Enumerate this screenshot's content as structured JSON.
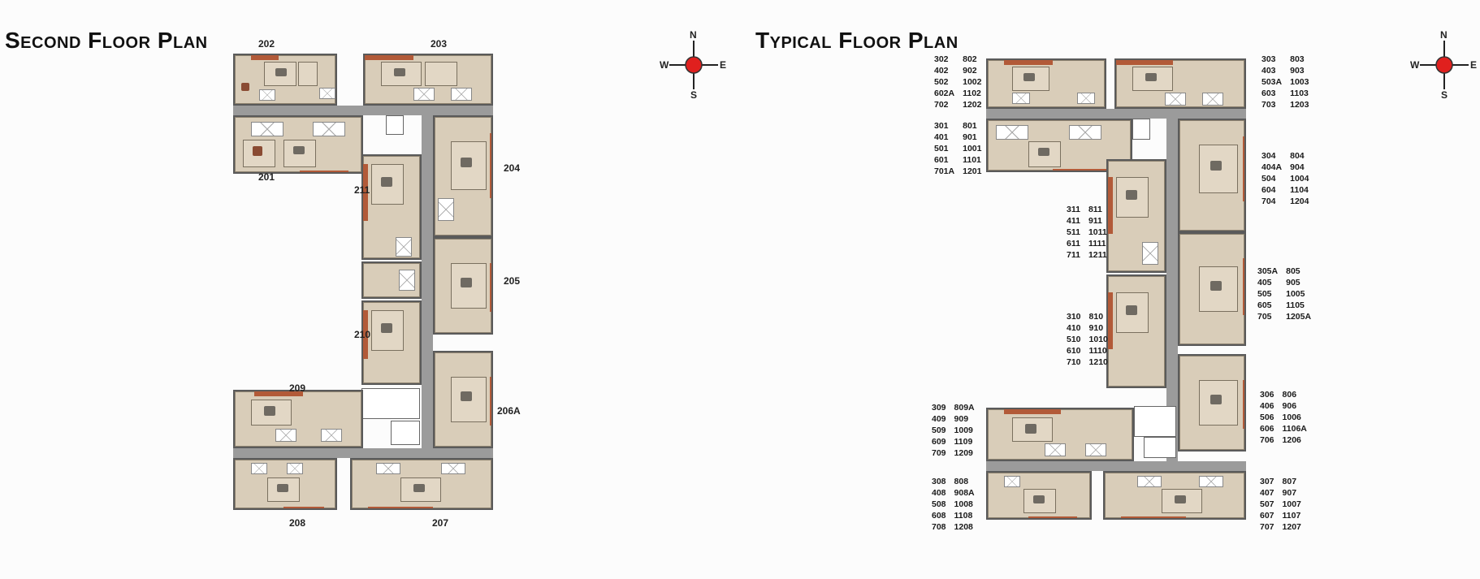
{
  "second_floor": {
    "title": "Second Floor Plan",
    "units": {
      "u202": "202",
      "u203": "203",
      "u201": "201",
      "u204": "204",
      "u211": "211",
      "u205": "205",
      "u210": "210",
      "u209": "209",
      "u206a": "206A",
      "u208": "208",
      "u207": "207"
    }
  },
  "typical_floor": {
    "title": "Typical Floor Plan",
    "groups": {
      "g_top_left_a": [
        "302",
        "802",
        "402",
        "902",
        "502",
        "1002",
        "602A",
        "1102",
        "702",
        "1202"
      ],
      "g_top_left_b": [
        "301",
        "801",
        "401",
        "901",
        "501",
        "1001",
        "601",
        "1101",
        "701A",
        "1201"
      ],
      "g_top_right_a": [
        "303",
        "803",
        "403",
        "903",
        "503A",
        "1003",
        "603",
        "1103",
        "703",
        "1203"
      ],
      "g_right_b": [
        "304",
        "804",
        "404A",
        "904",
        "504",
        "1004",
        "604",
        "1104",
        "704",
        "1204"
      ],
      "g_mid_a": [
        "311",
        "811",
        "411",
        "911",
        "511",
        "1011",
        "611",
        "1111",
        "711",
        "1211"
      ],
      "g_right_c": [
        "305A",
        "805",
        "405",
        "905",
        "505",
        "1005",
        "605",
        "1105",
        "705",
        "1205A"
      ],
      "g_mid_b": [
        "310",
        "810",
        "410",
        "910",
        "510",
        "1010",
        "610",
        "1110",
        "710",
        "1210"
      ],
      "g_right_d": [
        "306",
        "806",
        "406",
        "906",
        "506",
        "1006",
        "606",
        "1106A",
        "706",
        "1206"
      ],
      "g_bottom_left_a": [
        "309",
        "809A",
        "409",
        "909",
        "509",
        "1009",
        "609",
        "1109",
        "709",
        "1209"
      ],
      "g_bottom_left_b": [
        "308",
        "808",
        "408",
        "908A",
        "508",
        "1008",
        "608",
        "1108",
        "708",
        "1208"
      ],
      "g_bottom_right": [
        "307",
        "807",
        "407",
        "907",
        "507",
        "1007",
        "607",
        "1107",
        "707",
        "1207"
      ]
    }
  },
  "compass": {
    "n": "N",
    "s": "S",
    "e": "E",
    "w": "W",
    "dot_color": "#e0201e"
  },
  "colors": {
    "floor": "#d9cdb9",
    "balcony": "#b25a38",
    "corridor": "#9b9b9b"
  }
}
